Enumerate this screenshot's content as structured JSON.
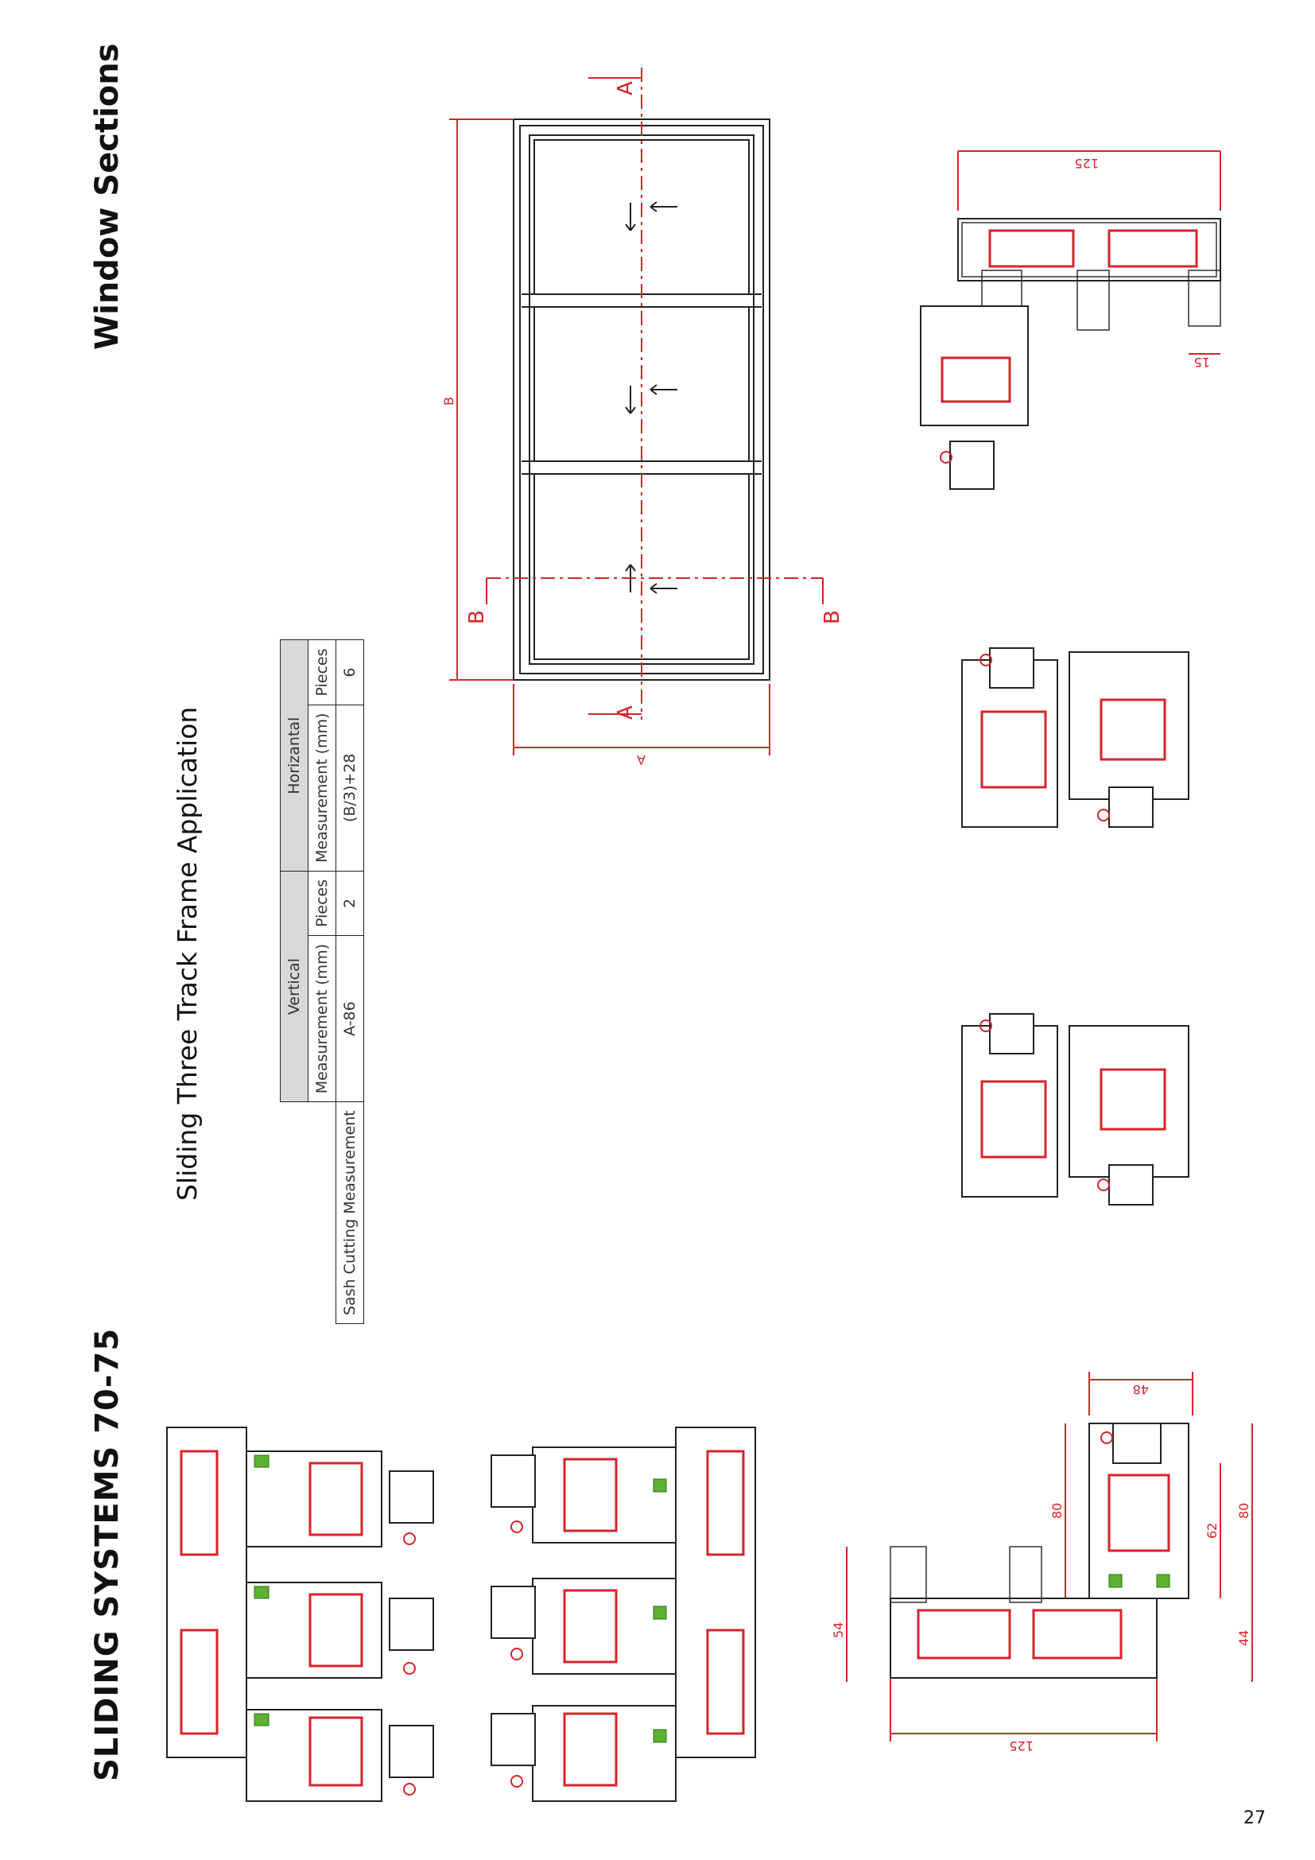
{
  "header": {
    "brand_title": "SLIDING SYSTEMS 70-75",
    "section_title": "Window Sections",
    "application_title": "Sliding Three Track Frame Application"
  },
  "cutting_table": {
    "row_label": "Sash Cutting Measurement",
    "groups": [
      {
        "name": "Vertical",
        "measurement_header": "Measurement (mm)",
        "pieces_header": "Pieces",
        "measurement": "A-86",
        "pieces": "2"
      },
      {
        "name": "Horizantal",
        "measurement_header": "Measurement (mm)",
        "pieces_header": "Pieces",
        "measurement": "(B/3)+28",
        "pieces": "6"
      }
    ]
  },
  "window_elevation": {
    "dim_width_label": "A",
    "dim_height_label": "B",
    "section_a_label": "A",
    "section_b_label": "B"
  },
  "section_dimensions": {
    "top_width": "125",
    "top_step": "15",
    "bottom_width": "125",
    "bottom_dim_54": "54",
    "bottom_dim_44": "44",
    "bottom_dim_80_left": "80",
    "bottom_dim_62": "62",
    "bottom_dim_80_right": "80",
    "bottom_dim_48": "48"
  },
  "colors": {
    "accent": "#d8232a",
    "gasket": "#5cb130",
    "table_header": "#d9d9d9"
  },
  "footer": {
    "page_number": "27"
  }
}
